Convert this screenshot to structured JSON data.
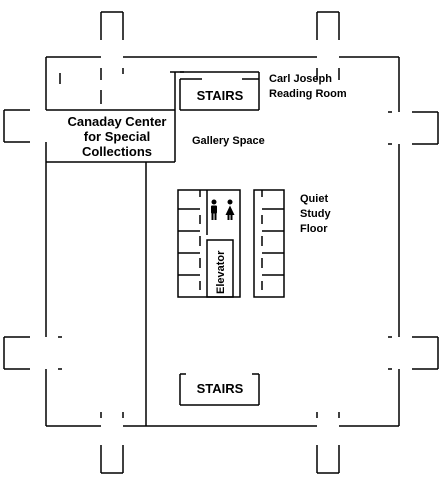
{
  "floor_plan": {
    "rooms": {
      "canaday_line1": "Canaday Center",
      "canaday_line2": "for Special",
      "canaday_line3": "Collections",
      "stairs_top": "STAIRS",
      "stairs_bottom": "STAIRS",
      "carl_line1": "Carl Joseph",
      "carl_line2": "Reading Room",
      "gallery": "Gallery Space",
      "quiet_line1": "Quiet",
      "quiet_line2": "Study",
      "quiet_line3": "Floor",
      "elevator": "Elevator"
    },
    "icons": [
      "restroom-men-icon",
      "restroom-women-icon"
    ],
    "colors": {
      "walls": "#000000",
      "background": "#ffffff"
    }
  }
}
